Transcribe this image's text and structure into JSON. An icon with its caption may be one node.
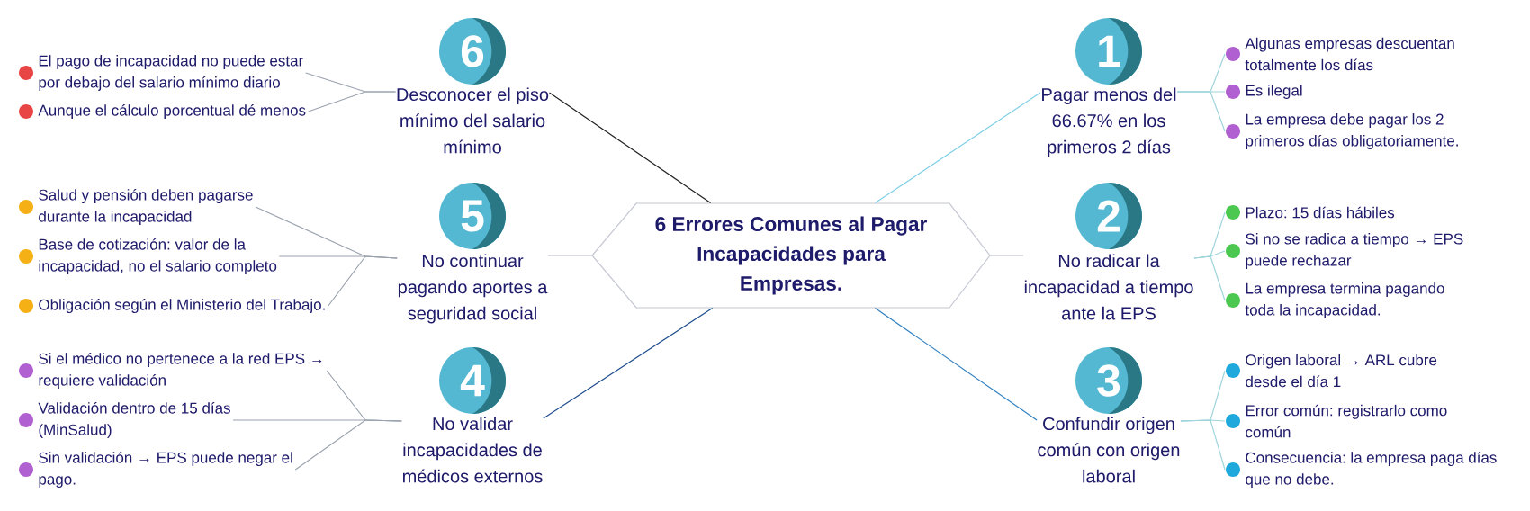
{
  "diagram": {
    "nodes": [
      {
        "text": [
          "6 Errores Comunes al Pagar Incapacidades para Empresas."
        ]
      },
      {
        "text": [
          "1",
          "Pagar menos del 66.67% en los primeros 2 días"
        ]
      },
      {
        "text": [
          "Algunas empresas descuentan totalmente los días"
        ]
      },
      {
        "text": [
          "Es ilegal"
        ]
      },
      {
        "text": [
          "La empresa debe pagar los 2 primeros días obligatoriamente."
        ]
      },
      {
        "text": [
          "2",
          "No radicar la incapacidad a tiempo ante la EPS"
        ]
      },
      {
        "text": [
          "Plazo: 15 días hábiles"
        ]
      },
      {
        "text": [
          "Si no se radica a tiempo → EPS puede rechazar"
        ]
      },
      {
        "text": [
          "La empresa termina pagando toda la incapacidad."
        ]
      },
      {
        "text": [
          "3",
          "Confundir origen común con origen laboral"
        ]
      },
      {
        "text": [
          "Origen laboral → ARL cubre desde el día 1"
        ]
      },
      {
        "text": [
          "Error común: registrarlo como común"
        ]
      },
      {
        "text": [
          "Consecuencia: la empresa paga días que no debe."
        ]
      },
      {
        "text": [
          "4",
          "No validar incapacidades de médicos externos"
        ]
      },
      {
        "text": [
          "Si el médico no pertenece a la red EPS → requiere validación"
        ]
      },
      {
        "text": [
          "Validación dentro de 15 días (MinSalud)"
        ]
      },
      {
        "text": [
          "Sin validación → EPS puede negar el pago."
        ]
      },
      {
        "text": [
          "5",
          "No continuar pagando aportes a seguridad social"
        ]
      },
      {
        "text": [
          "Salud y pensión deben pagarse durante la incapacidad"
        ]
      },
      {
        "text": [
          "Base de cotización: valor de la incapacidad, no el salario completo"
        ]
      },
      {
        "text": [
          "Obligación según el Ministerio del Trabajo."
        ]
      },
      {
        "text": [
          "6",
          "Desconocer el piso mínimo del salario mínimo"
        ]
      },
      {
        "text": [
          "El pago de incapacidad no puede estar por debajo del salario mínimo diario"
        ]
      },
      {
        "text": [
          "Aunque el cálculo porcentual dé menos"
        ]
      }
    ],
    "edges": [
      {
        "from": 0,
        "to": 1,
        "arrow": "none",
        "color": "#7fd0e8"
      },
      {
        "from": 0,
        "to": 5,
        "arrow": "none",
        "color": "#b8b8c4"
      },
      {
        "from": 0,
        "to": 9,
        "arrow": "none",
        "color": "#2f7fc0"
      },
      {
        "from": 0,
        "to": 13,
        "arrow": "none",
        "color": "#1f4f90"
      },
      {
        "from": 0,
        "to": 17,
        "arrow": "none",
        "color": "#b8b8c4"
      },
      {
        "from": 0,
        "to": 21,
        "arrow": "none",
        "color": "#222222"
      },
      {
        "from": 1,
        "to": 2,
        "arrow": "none"
      },
      {
        "from": 1,
        "to": 3,
        "arrow": "none"
      },
      {
        "from": 1,
        "to": 4,
        "arrow": "none"
      },
      {
        "from": 5,
        "to": 6,
        "arrow": "none"
      },
      {
        "from": 5,
        "to": 7,
        "arrow": "none"
      },
      {
        "from": 5,
        "to": 8,
        "arrow": "none"
      },
      {
        "from": 9,
        "to": 10,
        "arrow": "none"
      },
      {
        "from": 9,
        "to": 11,
        "arrow": "none"
      },
      {
        "from": 9,
        "to": 12,
        "arrow": "none"
      },
      {
        "from": 13,
        "to": 14,
        "arrow": "none",
        "color": "#9aa2ae"
      },
      {
        "from": 13,
        "to": 15,
        "arrow": "none",
        "color": "#9aa2ae"
      },
      {
        "from": 13,
        "to": 16,
        "arrow": "none",
        "color": "#9aa2ae"
      },
      {
        "from": 17,
        "to": 18,
        "arrow": "none",
        "color": "#9aa2ae"
      },
      {
        "from": 17,
        "to": 19,
        "arrow": "none",
        "color": "#9aa2ae"
      },
      {
        "from": 17,
        "to": 20,
        "arrow": "none",
        "color": "#9aa2ae"
      },
      {
        "from": 21,
        "to": 22,
        "arrow": "none",
        "color": "#9aa2ae"
      },
      {
        "from": 21,
        "to": 23,
        "arrow": "none",
        "color": "#9aa2ae"
      }
    ]
  }
}
